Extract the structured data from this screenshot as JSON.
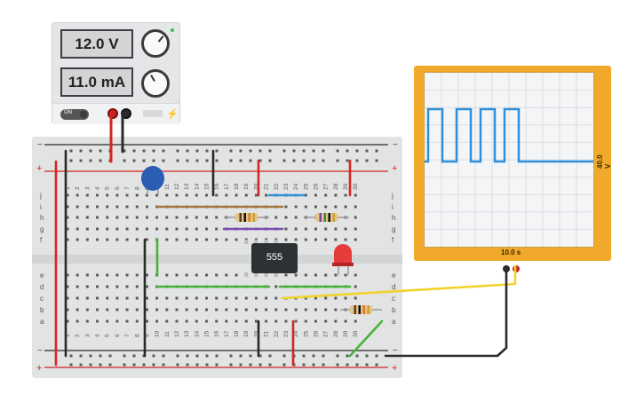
{
  "power_supply": {
    "voltage_display": "12.0 V",
    "current_display": "11.0 mA",
    "power_button_label": "ON",
    "status_led_color": "#35c24b"
  },
  "oscilloscope": {
    "time_per_div_label": "10.0 s",
    "volts_range_label": "40.0 V",
    "trace_color": "#2f8fd8"
  },
  "breadboard": {
    "column_numbers": [
      "1",
      "2",
      "3",
      "4",
      "5",
      "6",
      "7",
      "8",
      "9",
      "10",
      "11",
      "12",
      "13",
      "14",
      "15",
      "16",
      "17",
      "18",
      "19",
      "20",
      "21",
      "22",
      "23",
      "24",
      "25",
      "26",
      "27",
      "28",
      "29",
      "30"
    ],
    "row_letters_top": [
      "j",
      "i",
      "h",
      "g",
      "f"
    ],
    "row_letters_bottom": [
      "e",
      "d",
      "c",
      "b",
      "a"
    ],
    "rail_plus_label": "+",
    "rail_minus_label": "−"
  },
  "chip": {
    "label": "555"
  },
  "colors": {
    "wire_red": "#d32626",
    "wire_black": "#2a2a2a",
    "wire_green": "#46b43a",
    "wire_yellow": "#f2d22b",
    "wire_blue": "#2f91d6",
    "wire_brown": "#a8743f",
    "wire_purple": "#7a4fb0",
    "scope_frame": "#f0a92a",
    "led_red": "#e53b3b",
    "capacitor_blue": "#2b5db3"
  }
}
